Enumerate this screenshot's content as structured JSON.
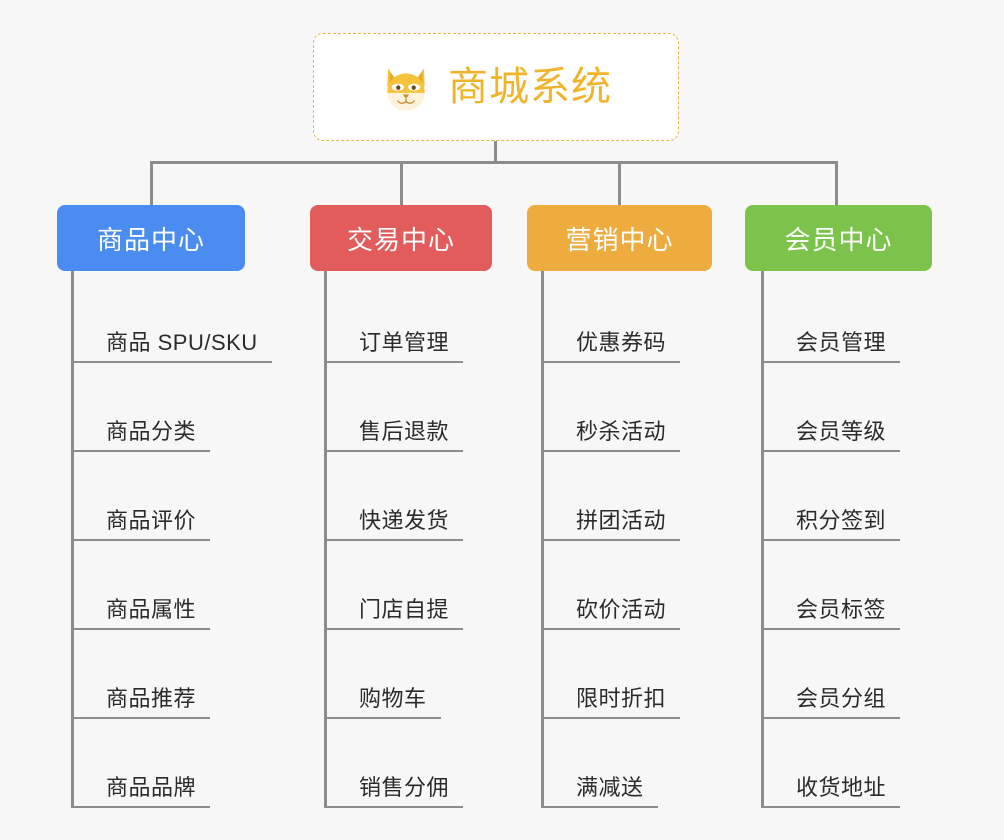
{
  "background_color": "#f7f7f7",
  "connector_color": "#8c8c8c",
  "root": {
    "title": "商城系统",
    "icon": "dog-face-emoji",
    "border_color": "#e8b64c",
    "text_color": "#f0b429"
  },
  "categories": [
    {
      "label": "商品中心",
      "color": "#4a8cf0",
      "items": [
        {
          "label": "商品 SPU/SKU"
        },
        {
          "label": "商品分类"
        },
        {
          "label": "商品评价"
        },
        {
          "label": "商品属性"
        },
        {
          "label": "商品推荐"
        },
        {
          "label": "商品品牌"
        }
      ]
    },
    {
      "label": "交易中心",
      "color": "#e35c5c",
      "items": [
        {
          "label": "订单管理"
        },
        {
          "label": "售后退款"
        },
        {
          "label": "快递发货"
        },
        {
          "label": "门店自提"
        },
        {
          "label": "购物车"
        },
        {
          "label": "销售分佣"
        }
      ]
    },
    {
      "label": "营销中心",
      "color": "#eeac3e",
      "items": [
        {
          "label": "优惠券码"
        },
        {
          "label": "秒杀活动"
        },
        {
          "label": "拼团活动"
        },
        {
          "label": "砍价活动"
        },
        {
          "label": "限时折扣"
        },
        {
          "label": "满减送"
        }
      ]
    },
    {
      "label": "会员中心",
      "color": "#7bc34a",
      "items": [
        {
          "label": "会员管理"
        },
        {
          "label": "会员等级"
        },
        {
          "label": "积分签到"
        },
        {
          "label": "会员标签"
        },
        {
          "label": "会员分组"
        },
        {
          "label": "收货地址"
        }
      ]
    }
  ]
}
